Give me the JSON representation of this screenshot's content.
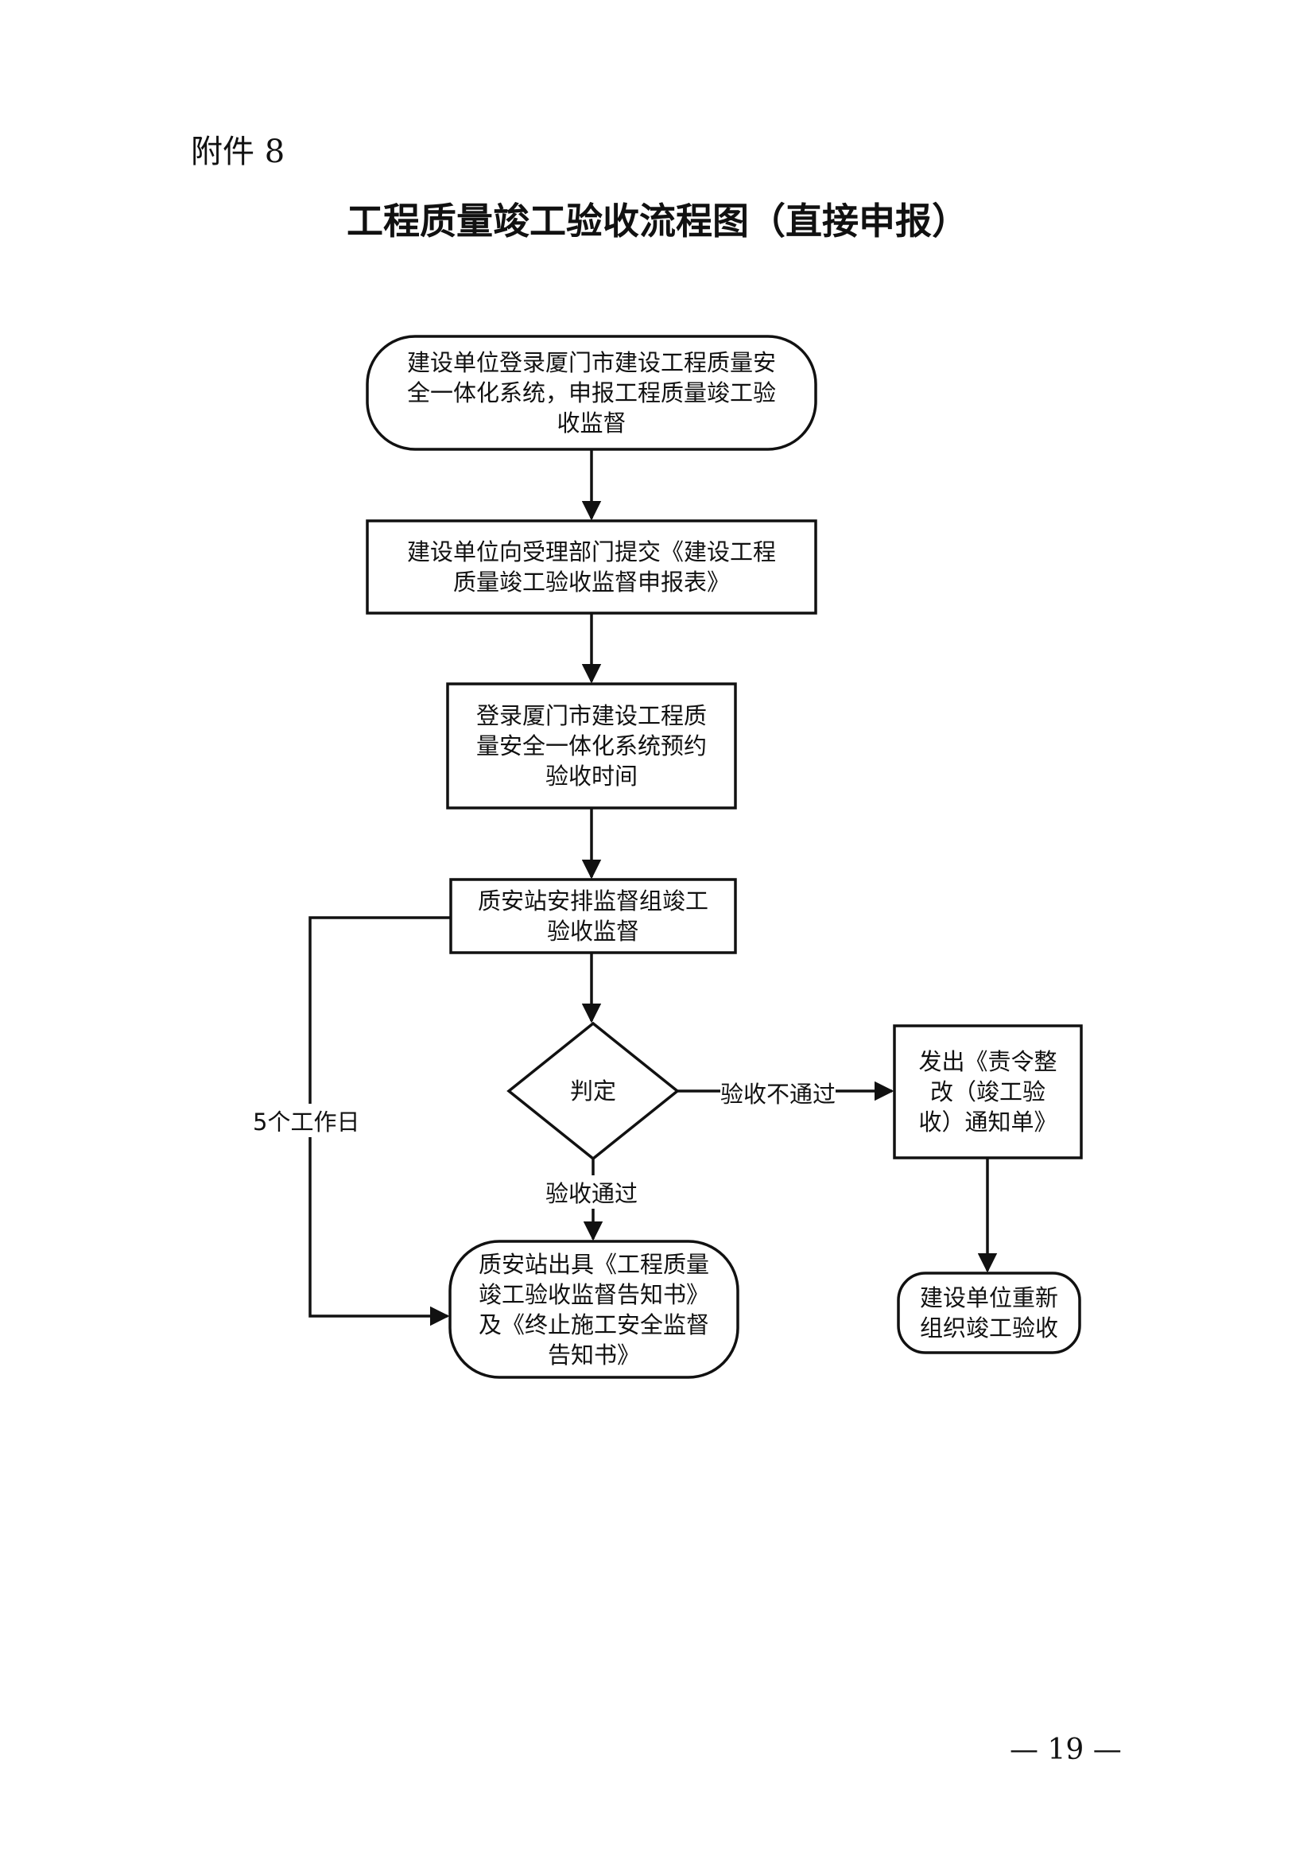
{
  "header": {
    "attachment": "附件 8",
    "title": "工程质量竣工验收流程图（直接申报）"
  },
  "nodes": {
    "login_apply": "建设单位登录厦门市建设工程质量安\n全一体化系统，申报工程质量竣工验\n收监督",
    "submit_form": "建设单位向受理部门提交《建设工程\n质量竣工验收监督申报表》",
    "book_time": "登录厦门市建设工程质\n量安全一体化系统预约\n验收时间",
    "arrange_team": "质安站安排监督组竣工\n验收监督",
    "judge": "判定",
    "issue_notice": "发出《责令整\n改（竣工验\n收）通知单》",
    "issue_certificate": "质安站出具《工程质量\n竣工验收监督告知书》\n及《终止施工安全监督\n告知书》",
    "reorganize": "建设单位重新\n组织竣工验收"
  },
  "edges": {
    "fail": "验收不通过",
    "pass": "验收通过",
    "timeline": "5个工作日"
  },
  "footer": {
    "page_number": "— 19 —"
  }
}
